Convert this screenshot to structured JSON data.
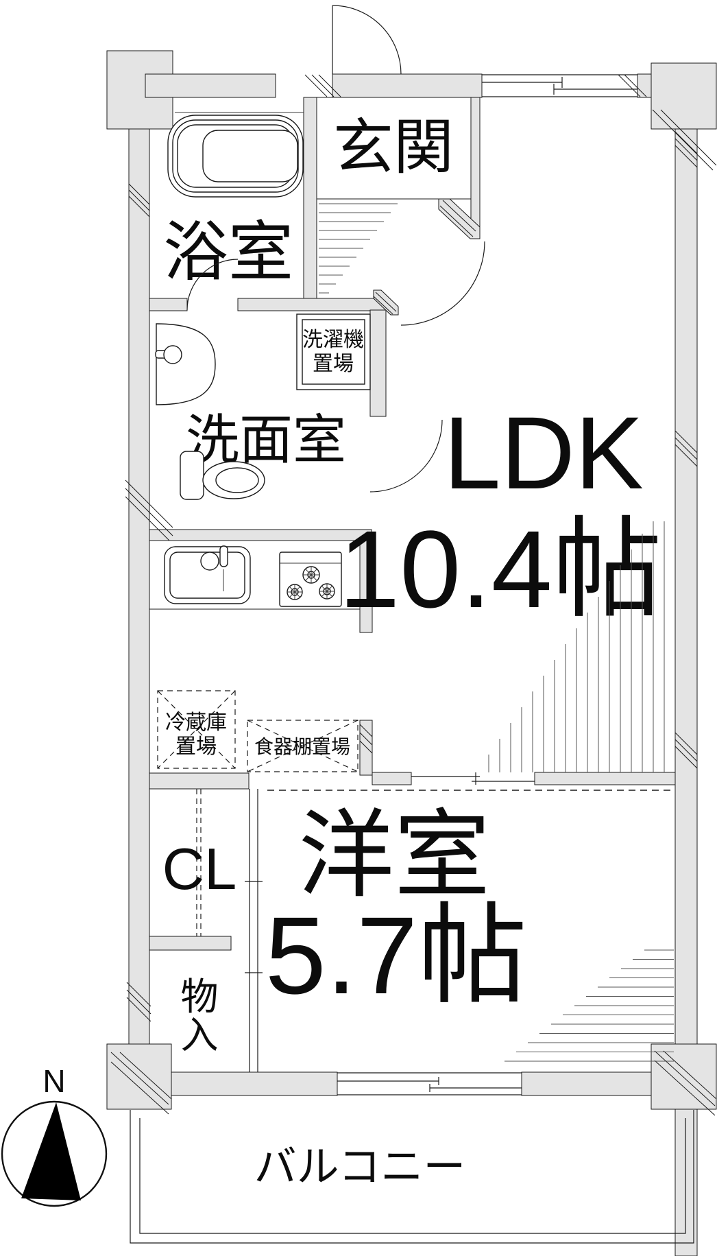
{
  "plan": {
    "rooms": {
      "genkan": {
        "label": "玄関"
      },
      "bathroom": {
        "label": "浴室"
      },
      "laundry": {
        "line1": "洗濯機",
        "line2": "置場"
      },
      "washroom": {
        "label": "洗面室"
      },
      "ldk": {
        "label": "LDK",
        "size": "10.4帖"
      },
      "fridge": {
        "line1": "冷蔵庫",
        "line2": "置場"
      },
      "cupboard": {
        "label": "食器棚置場"
      },
      "closet": {
        "label": "CL"
      },
      "storage": {
        "line1": "物",
        "line2": "入"
      },
      "western": {
        "label": "洋室",
        "size": "5.7帖"
      },
      "balcony": {
        "label": "バルコニー"
      }
    },
    "compass": {
      "north_label": "N"
    },
    "colors": {
      "wall": "#e4e4e4",
      "line": "#1a1a1a",
      "background": "#ffffff"
    }
  }
}
